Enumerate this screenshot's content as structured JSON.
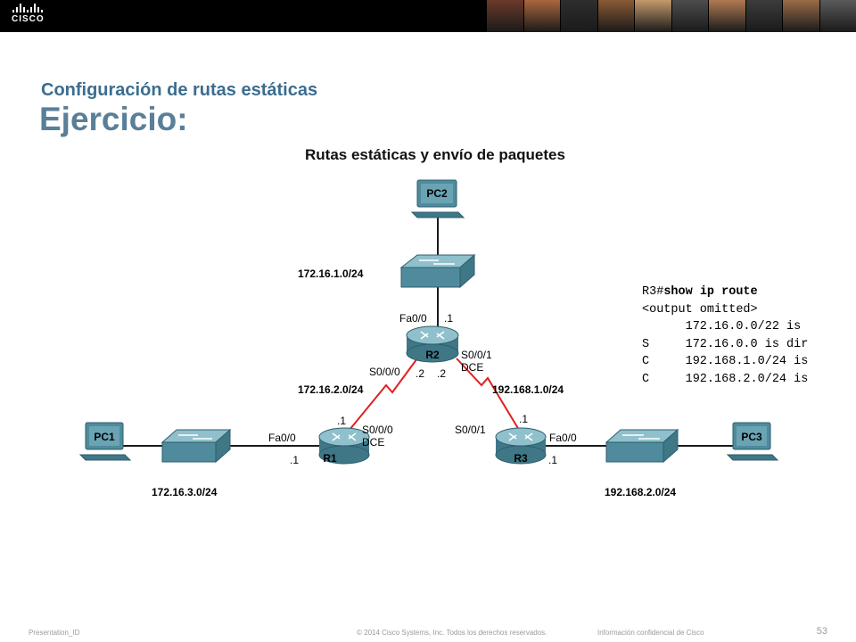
{
  "header": {
    "logo_text": "CISCO",
    "photo_colors": [
      "#6b3a2a",
      "#a9673d",
      "#2e2e2e",
      "#8a5a36",
      "#c59a6a",
      "#4d4d4d",
      "#b07a52",
      "#3c3c3c",
      "#9a6c48",
      "#5a5a5a"
    ]
  },
  "slide": {
    "subtitle": "Configuración de rutas estáticas",
    "title": "Ejercicio:"
  },
  "figure": {
    "title": "Rutas estáticas y envío de paquetes",
    "devices": {
      "pc1": "PC1",
      "pc2": "PC2",
      "pc3": "PC3",
      "r1": "R1",
      "r2": "R2",
      "r3": "R3"
    },
    "networks": {
      "net_pc2": "172.16.1.0/24",
      "net_r1r2": "172.16.2.0/24",
      "net_r2r3": "192.168.1.0/24",
      "net_pc1": "172.16.3.0/24",
      "net_pc3": "192.168.2.0/24"
    },
    "interfaces": {
      "r2_fa00": "Fa0/0",
      "r2_fa00_ip": ".1",
      "r2_s000": "S0/0/0",
      "r2_s000_ip": ".2",
      "r2_s001": "S0/0/1",
      "r2_s001_ip": ".2",
      "r2_dce": "DCE",
      "r1_fa00": "Fa0/0",
      "r1_fa00_ip": ".1",
      "r1_s000": "S0/0/0",
      "r1_s000_ip": ".1",
      "r1_dce": "DCE",
      "r3_s001": "S0/0/1",
      "r3_s001_ip": ".1",
      "r3_fa00": "Fa0/0",
      "r3_fa00_ip": ".1"
    },
    "colors": {
      "device": "#4f8b9c",
      "device_top": "#8fc0cc",
      "serial": "#e02020"
    }
  },
  "terminal": {
    "prompt": "R3#",
    "command": "show ip route",
    "lines": [
      "<output omitted>",
      "      172.16.0.0/22 is",
      "S     172.16.0.0 is dir",
      "C     192.168.1.0/24 is",
      "C     192.168.2.0/24 is"
    ]
  },
  "footer": {
    "presentation_id": "Presentation_ID",
    "copyright": "© 2014 Cisco Systems, Inc. Todos los derechos reservados.",
    "confidential": "Información confidencial de Cisco",
    "page": "53"
  }
}
